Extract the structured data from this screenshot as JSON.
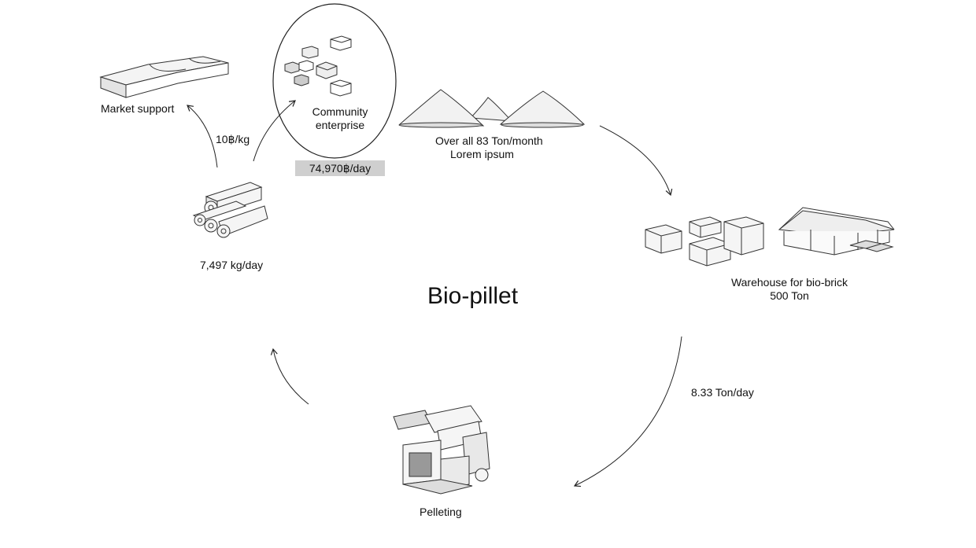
{
  "title": "Bio-pillet",
  "nodes": {
    "market": {
      "label": "Market support"
    },
    "community": {
      "label_line1": "Community",
      "label_line2": "enterprise"
    },
    "sand": {
      "label_line1": "Over all 83 Ton/month",
      "label_line2": "Lorem ipsum"
    },
    "warehouse": {
      "label_line1": "Warehouse for bio-brick",
      "label_line2": "500 Ton"
    },
    "pelleting": {
      "label": "Pelleting"
    },
    "briquettes": {
      "label": "7,497 kg/day"
    }
  },
  "flows": {
    "price": "10฿/kg",
    "daily_value": "74,970฿/day",
    "transport_rate": "8.33 Ton/day"
  },
  "colors": {
    "cost_box": "#cfcfcf",
    "line": "#222222"
  }
}
